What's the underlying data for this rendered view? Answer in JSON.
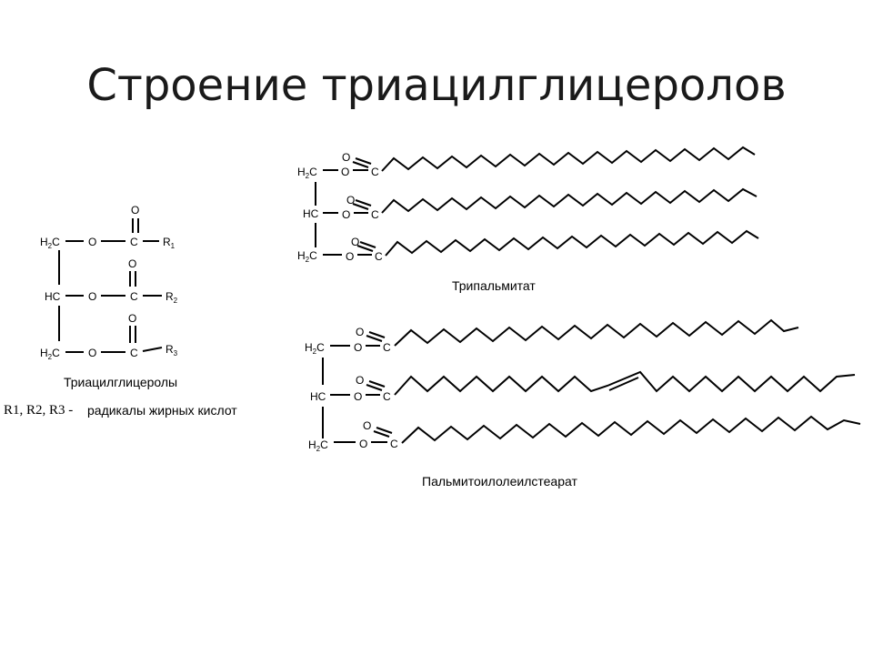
{
  "slide": {
    "title": "Строение триацилглицеролов"
  },
  "generic_structure": {
    "caption": "Триацилглицеролы",
    "legend_symbols": "R1, R2, R3 -",
    "legend_text": "радикалы жирных кислот",
    "atoms": {
      "h2c_top": "H2C",
      "hc": "HC",
      "h2c_bottom": "H2C",
      "o": "O",
      "c": "C",
      "r1": "R1",
      "r2": "R2",
      "r3": "R3"
    }
  },
  "tripalmitate": {
    "caption": "Трипальмитат"
  },
  "mixed": {
    "caption": "Пальмитоилолеилстеарат"
  }
}
